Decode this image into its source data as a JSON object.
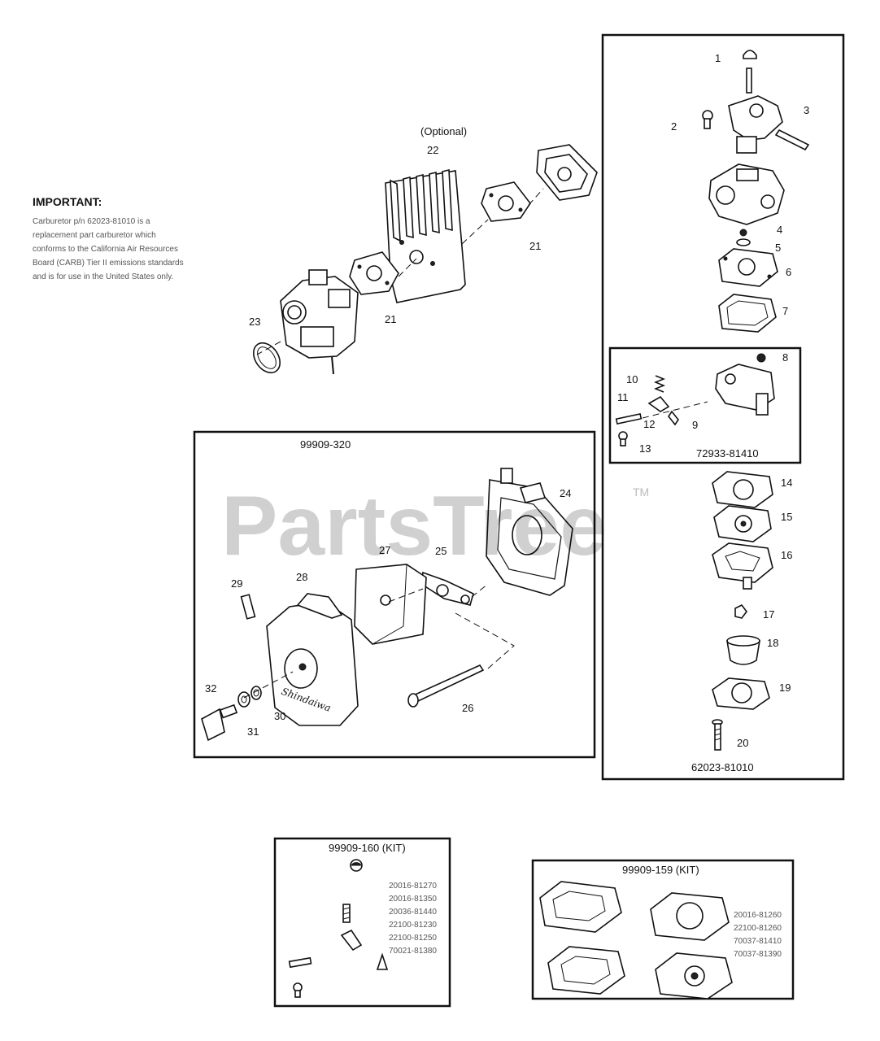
{
  "important": {
    "title": "IMPORTANT:",
    "lines": [
      "Carburetor p/n 62023-81010 is a",
      "replacement part carburetor which",
      "conforms to the California Air Resources",
      "Board (CARB) Tier II emissions standards",
      "and is for use in the United States only."
    ]
  },
  "optional_label": "(Optional)",
  "callouts": {
    "c1": "1",
    "c2": "2",
    "c3": "3",
    "c4": "4",
    "c5": "5",
    "c6": "6",
    "c7": "7",
    "c8": "8",
    "c9": "9",
    "c10": "10",
    "c11": "11",
    "c12": "12",
    "c13": "13",
    "c14": "14",
    "c15": "15",
    "c16": "16",
    "c17": "17",
    "c18": "18",
    "c19": "19",
    "c20": "20",
    "c21a": "21",
    "c21b": "21",
    "c22": "22",
    "c23": "23",
    "c24": "24",
    "c25": "25",
    "c26": "26",
    "c27": "27",
    "c28": "28",
    "c29": "29",
    "c30": "30",
    "c31": "31",
    "c32": "32"
  },
  "subassembly_part_numbers": {
    "air_filter_kit": "99909-320",
    "pump_cover_assy": "72933-81410",
    "carburetor": "62023-81010"
  },
  "kits": {
    "needle_kit": {
      "title": "99909-160 (KIT)",
      "parts": [
        "20016-81270",
        "20016-81350",
        "20036-81440",
        "22100-81230",
        "22100-81250",
        "70021-81380"
      ]
    },
    "gasket_kit": {
      "title": "99909-159 (KIT)",
      "parts": [
        "20016-81260",
        "22100-81260",
        "70037-81410",
        "70037-81390"
      ]
    }
  },
  "watermark": {
    "text": "PartsTree",
    "tm": "TM"
  },
  "air_cover_brand": "Shindaiwa"
}
